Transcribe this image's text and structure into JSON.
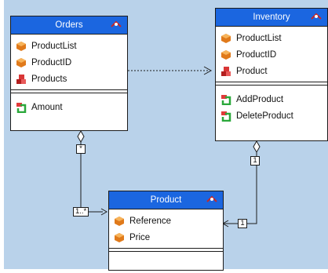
{
  "classes": {
    "orders": {
      "title": "Orders",
      "attributes": [
        {
          "name": "ProductList",
          "icon": "field-icon"
        },
        {
          "name": "ProductID",
          "icon": "field-icon"
        },
        {
          "name": "Products",
          "icon": "association-icon"
        }
      ],
      "operations": [
        {
          "name": "Amount",
          "icon": "method-icon"
        }
      ]
    },
    "inventory": {
      "title": "Inventory",
      "attributes": [
        {
          "name": "ProductList",
          "icon": "field-icon"
        },
        {
          "name": "ProductID",
          "icon": "field-icon"
        },
        {
          "name": "Product",
          "icon": "association-icon"
        }
      ],
      "operations": [
        {
          "name": "AddProduct",
          "icon": "method-icon"
        },
        {
          "name": "DeleteProduct",
          "icon": "method-icon"
        }
      ]
    },
    "product": {
      "title": "Product",
      "attributes": [
        {
          "name": "Reference",
          "icon": "field-icon"
        },
        {
          "name": "Price",
          "icon": "field-icon"
        }
      ],
      "operations": []
    }
  },
  "multiplicities": {
    "orders_end": "*",
    "product_from_orders": "1..*",
    "inventory_end": "1",
    "product_from_inventory": "1"
  },
  "colors": {
    "canvas": "#b9d2ea",
    "header": "#1b66e0",
    "border": "#1c1c1c"
  }
}
